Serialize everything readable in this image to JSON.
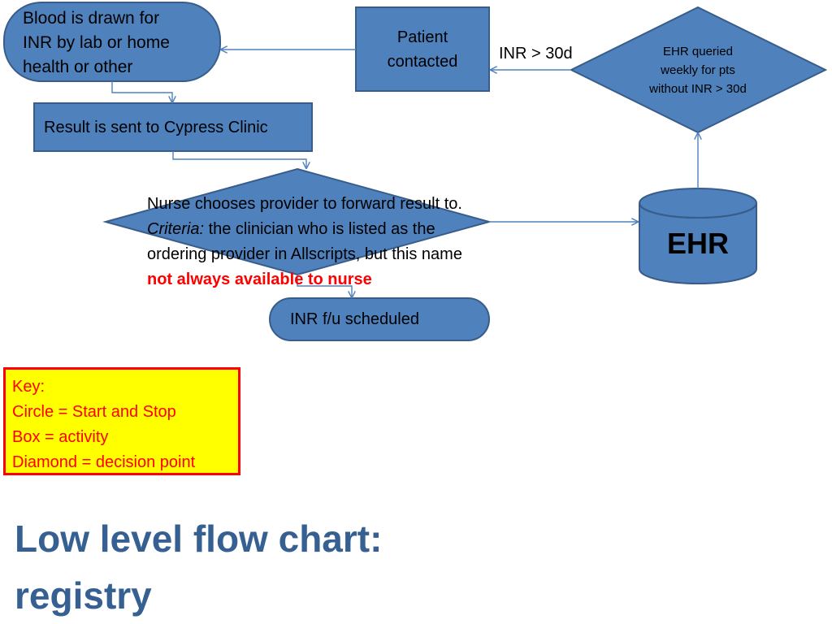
{
  "diagram": {
    "nodes": {
      "blood_drawn": {
        "shape": "start-stop",
        "lines": [
          "Blood is drawn for",
          "INR by lab or home",
          "health or other"
        ]
      },
      "patient_contacted": {
        "shape": "activity",
        "lines": [
          "Patient",
          "contacted"
        ]
      },
      "ehr_queried": {
        "shape": "decision",
        "lines": [
          "EHR queried",
          "weekly for pts",
          "without INR > 30d"
        ]
      },
      "result_sent": {
        "shape": "activity",
        "text": "Result is sent to Cypress Clinic"
      },
      "nurse_chooses": {
        "shape": "decision",
        "line1": "Nurse chooses provider to forward result to.",
        "criteria_label": "Criteria:",
        "criteria_rest": " the clinician who is listed as the",
        "line3": "ordering provider in Allscripts, but this name",
        "warning": "not always available to nurse"
      },
      "ehr_db": {
        "shape": "database",
        "text": "EHR"
      },
      "inr_fu": {
        "shape": "start-stop",
        "text": "INR f/u scheduled"
      }
    },
    "edge_labels": {
      "ehr_to_patient": "INR > 30d"
    },
    "colors": {
      "fill": "#4f81bd",
      "stroke": "#385d8a",
      "title": "#376092",
      "warning": "#ff0000",
      "key_bg": "#ffff00",
      "key_border": "#ff0000"
    }
  },
  "key": {
    "lines": [
      "Key:",
      "Circle = Start and Stop",
      "Box = activity",
      "Diamond = decision point"
    ]
  },
  "title": {
    "line1": "Low level flow chart:",
    "line2": "registry"
  }
}
